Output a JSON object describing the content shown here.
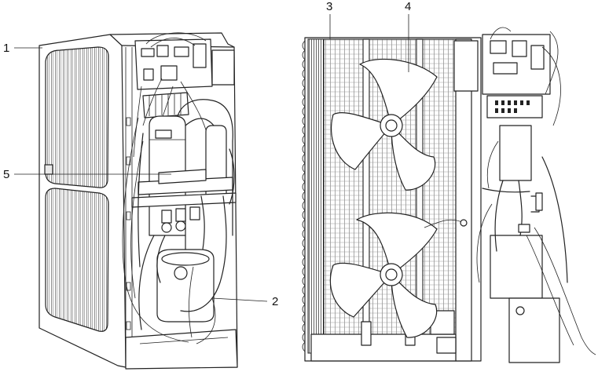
{
  "callouts": {
    "c1": "1",
    "c2": "2",
    "c3": "3",
    "c4": "4",
    "c5": "5"
  },
  "colors": {
    "line": "#222222",
    "background": "#ffffff",
    "shade": "#e9e9e9"
  }
}
